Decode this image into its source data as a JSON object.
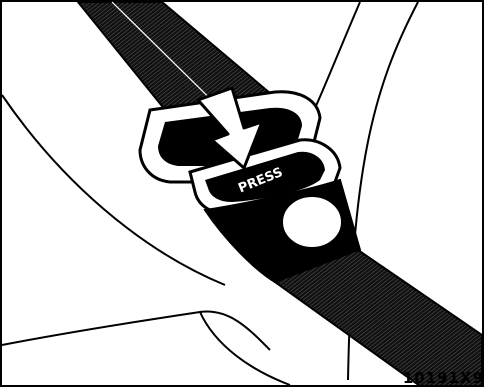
{
  "illustration": {
    "subject": "seat-belt-buckle-release",
    "buckle_label": "PRESS",
    "figure_code": "10191X9",
    "colors": {
      "ink": "#000000",
      "paper": "#ffffff"
    }
  }
}
